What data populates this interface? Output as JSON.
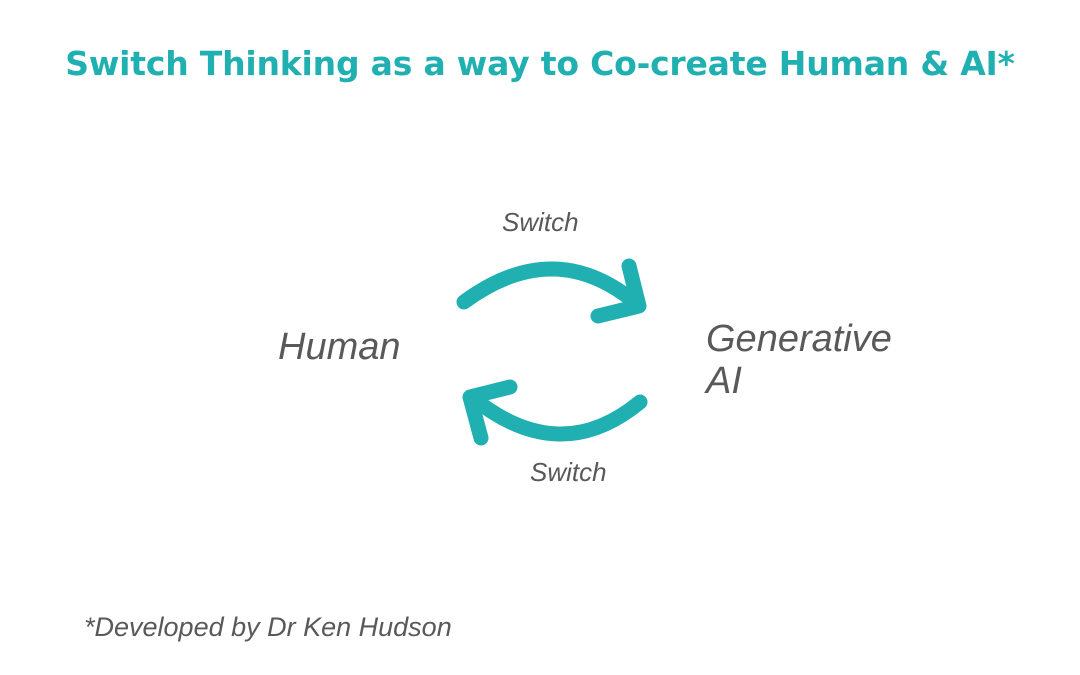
{
  "title": "Switch Thinking as a way to Co-create Human & AI*",
  "diagram": {
    "nodes": [
      {
        "id": "human",
        "label": "Human"
      },
      {
        "id": "generative-ai",
        "label_line1": "Generative",
        "label_line2": "AI"
      }
    ],
    "edges": [
      {
        "from": "human",
        "to": "generative-ai",
        "label": "Switch",
        "icon": "curved-arrow-right-icon"
      },
      {
        "from": "generative-ai",
        "to": "human",
        "label": "Switch",
        "icon": "curved-arrow-left-icon"
      }
    ],
    "accent_color": "#20b0b2",
    "text_color": "#595959"
  },
  "footnote": "*Developed by Dr Ken Hudson"
}
